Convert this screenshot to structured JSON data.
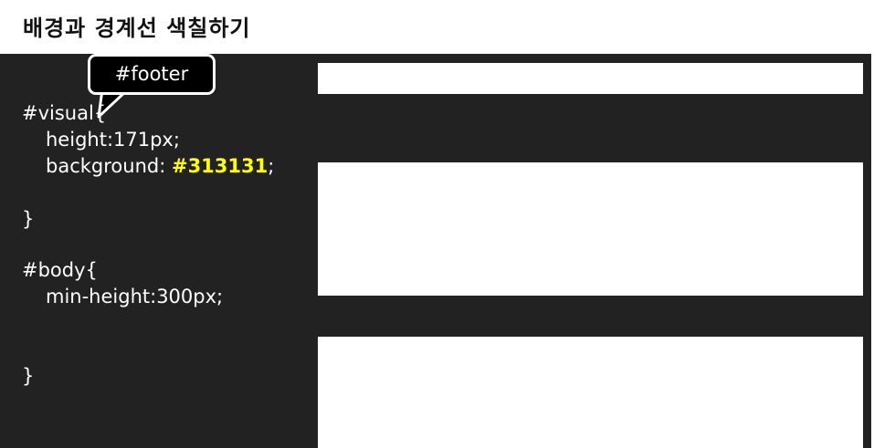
{
  "title": "배경과 경계선 색칠하기",
  "callout": {
    "label": "#footer"
  },
  "code": {
    "visual_open": "#visual{",
    "height_line": "height:171px;",
    "background_prop": "background: ",
    "background_value": "#313131",
    "background_end": ";",
    "visual_close": "}",
    "body_open": "#body{",
    "min_height_line": "min-height:300px;",
    "body_close": "}"
  },
  "colors": {
    "slide_background": "#222222",
    "highlight": "#ffff00",
    "preview_background": "#ffffff",
    "preview_band": "#222222"
  }
}
